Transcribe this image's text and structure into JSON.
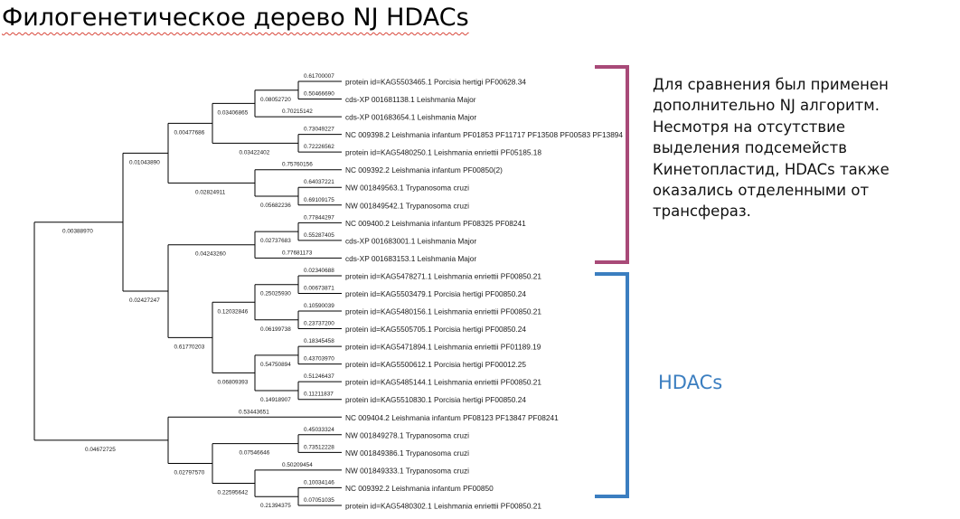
{
  "title": "Филогенетическое дерево NJ HDACs",
  "description_lines": [
    "Для сравнения был применен",
    "дополнительно NJ алгоритм.",
    "Несмотря на отсутствие",
    "выделения подсемейств",
    "Кинетопластид, HDACs также",
    "оказались отделенными от",
    "трансфераз."
  ],
  "hdacs_label": "HDACs",
  "colors": {
    "upper_bracket": "#a84a78",
    "lower_bracket": "#3b7ec0",
    "tree_line": "#000000",
    "label_text": "#1a1a1a"
  },
  "tree": {
    "leaves": [
      "protein id=KAG5503465.1 Porcisia hertigi PF00628.34",
      "cds-XP 001681138.1 Leishmania Major",
      "cds-XP 001683654.1 Leishmania Major",
      "NC 009398.2 Leishmania infantum PF01853 PF11717 PF13508 PF00583 PF13894",
      "protein id=KAG5480250.1 Leishmania enriettii PF05185.18",
      "NC 009392.2 Leishmania infantum PF00850(2)",
      "NW 001849563.1 Trypanosoma cruzi",
      "NW 001849542.1 Trypanosoma cruzi",
      "NC 009400.2 Leishmania infantum PF08325 PF08241",
      "cds-XP 001683001.1 Leishmania Major",
      "cds-XP 001683153.1 Leishmania Major",
      "protein id=KAG5478271.1 Leishmania enriettii PF00850.21",
      "protein id=KAG5503479.1 Porcisia hertigi PF00850.24",
      "protein id=KAG5480156.1 Leishmania enriettii PF00850.21",
      "protein id=KAG5505705.1 Porcisia hertigi PF00850.24",
      "protein id=KAG5471894.1 Leishmania enriettii PF01189.19",
      "protein id=KAG5500612.1 Porcisia hertigi PF00012.25",
      "protein id=KAG5485144.1 Leishmania enriettii PF00850.21",
      "protein id=KAG5510830.1 Porcisia hertigi PF00850.24",
      "NC 009404.2 Leishmania infantum PF08123 PF13847 PF08241",
      "NW 001849278.1 Trypanosoma cruzi",
      "NW 001849386.1 Trypanosoma cruzi",
      "NW 001849333.1 Trypanosoma cruzi",
      "NC 009392.2 Leishmania infantum PF00850",
      "protein id=KAG5480302.1 Leishmania enriettii PF00850.21"
    ],
    "branch_lengths": [
      "0.61700007",
      "0.50466690",
      "0.08052720",
      "0.70215142",
      "0.03406865",
      "0.73049227",
      "0.72226562",
      "0.03422402",
      "0.00477686",
      "0.75760156",
      "0.64037221",
      "0.69109175",
      "0.05682236",
      "0.02824911",
      "0.01043890",
      "0.77844297",
      "0.55287405",
      "0.02737683",
      "0.77681173",
      "0.04243260",
      "0.02340688",
      "0.00673871",
      "0.25025930",
      "0.10590039",
      "0.23737200",
      "0.06199738",
      "0.12032846",
      "0.18345458",
      "0.43703970",
      "0.54750894",
      "0.51246437",
      "0.11211837",
      "0.14918907",
      "0.06809393",
      "0.61770203",
      "0.02427247",
      "0.00388970",
      "0.53443651",
      "0.45033324",
      "0.73512228",
      "0.07546646",
      "0.50209454",
      "0.10034146",
      "0.07051035",
      "0.21394375",
      "0.22595642",
      "0.02797570",
      "0.04672725"
    ]
  }
}
